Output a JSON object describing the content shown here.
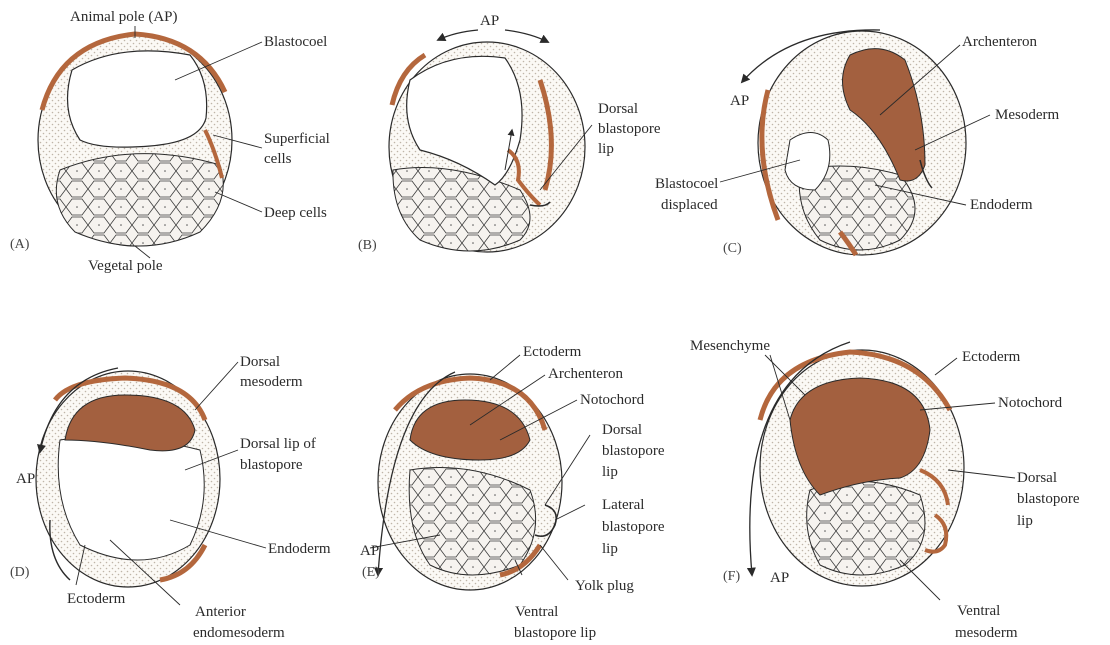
{
  "panels": {
    "A": {
      "letter": "(A)",
      "labels": {
        "animal_pole": "Animal pole (AP)",
        "blastocoel": "Blastocoel",
        "superficial_cells_1": "Superficial",
        "superficial_cells_2": "cells",
        "deep_cells": "Deep cells",
        "vegetal_pole": "Vegetal pole"
      }
    },
    "B": {
      "letter": "(B)",
      "labels": {
        "ap": "AP",
        "dorsal_lip_1": "Dorsal",
        "dorsal_lip_2": "blastopore",
        "dorsal_lip_3": "lip"
      }
    },
    "C": {
      "letter": "(C)",
      "labels": {
        "archenteron": "Archenteron",
        "ap": "AP",
        "mesoderm": "Mesoderm",
        "blastocoel_displaced_1": "Blastocoel",
        "blastocoel_displaced_2": "displaced",
        "endoderm": "Endoderm"
      }
    },
    "D": {
      "letter": "(D)",
      "labels": {
        "dorsal_mesoderm_1": "Dorsal",
        "dorsal_mesoderm_2": "mesoderm",
        "dorsal_lip_1": "Dorsal lip of",
        "dorsal_lip_2": "blastopore",
        "ap": "AP",
        "endoderm": "Endoderm",
        "ectoderm": "Ectoderm",
        "anterior_endomesoderm_1": "Anterior",
        "anterior_endomesoderm_2": "endomesoderm"
      }
    },
    "E": {
      "letter": "(E)",
      "labels": {
        "ectoderm": "Ectoderm",
        "archenteron": "Archenteron",
        "notochord": "Notochord",
        "dorsal_lip_1": "Dorsal",
        "dorsal_lip_2": "blastopore",
        "dorsal_lip_3": "lip",
        "lateral_lip_1": "Lateral",
        "lateral_lip_2": "blastopore",
        "lateral_lip_3": "lip",
        "ap": "AP",
        "yolk_plug": "Yolk plug",
        "ventral_lip_1": "Ventral",
        "ventral_lip_2": "blastopore lip"
      }
    },
    "F": {
      "letter": "(F)",
      "labels": {
        "mesenchyme": "Mesenchyme",
        "ectoderm": "Ectoderm",
        "notochord": "Notochord",
        "dorsal_lip_1": "Dorsal",
        "dorsal_lip_2": "blastopore",
        "dorsal_lip_3": "lip",
        "ap": "AP",
        "ventral_mesoderm_1": "Ventral",
        "ventral_mesoderm_2": "mesoderm"
      }
    }
  },
  "colors": {
    "rim": "#b4673d",
    "cavity": "#a3603f",
    "line": "#2a2a2a",
    "cell_fill": "#f7f3ee",
    "stipple": "#c9c0b4"
  }
}
